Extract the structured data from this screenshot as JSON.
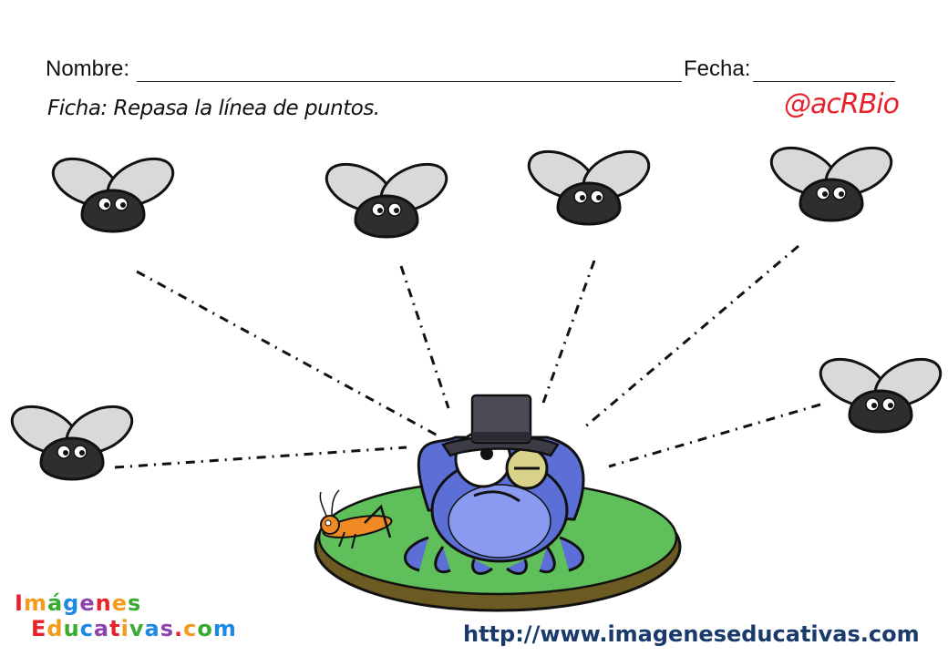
{
  "header": {
    "name_label": "Nombre:",
    "date_label": "Fecha:",
    "instruction": "Ficha: Repasa la línea de puntos.",
    "author": "@acRBio"
  },
  "footer": {
    "logo_line1": "Imágenes",
    "logo_line2": "Educativas.com",
    "url": "http://www.imageneseducativas.com"
  },
  "illustration": {
    "flies": 6,
    "trace_lines": 6,
    "colors": {
      "fly_body": "#2e2e2e",
      "fly_wing": "#d9d9d9",
      "frog": "#5b6fd6",
      "frog_belly": "#8a9af0",
      "lily_pad": "#5fbf5a",
      "lily_rim": "#7a6a2a",
      "hat": "#4b4b55",
      "grasshopper": "#f08a24",
      "author": "#e8222a",
      "url": "#1a3a6b"
    },
    "logo_colors": [
      "#e8222a",
      "#f29b1d",
      "#3aaa35",
      "#1e88e5",
      "#8e44ad"
    ]
  }
}
